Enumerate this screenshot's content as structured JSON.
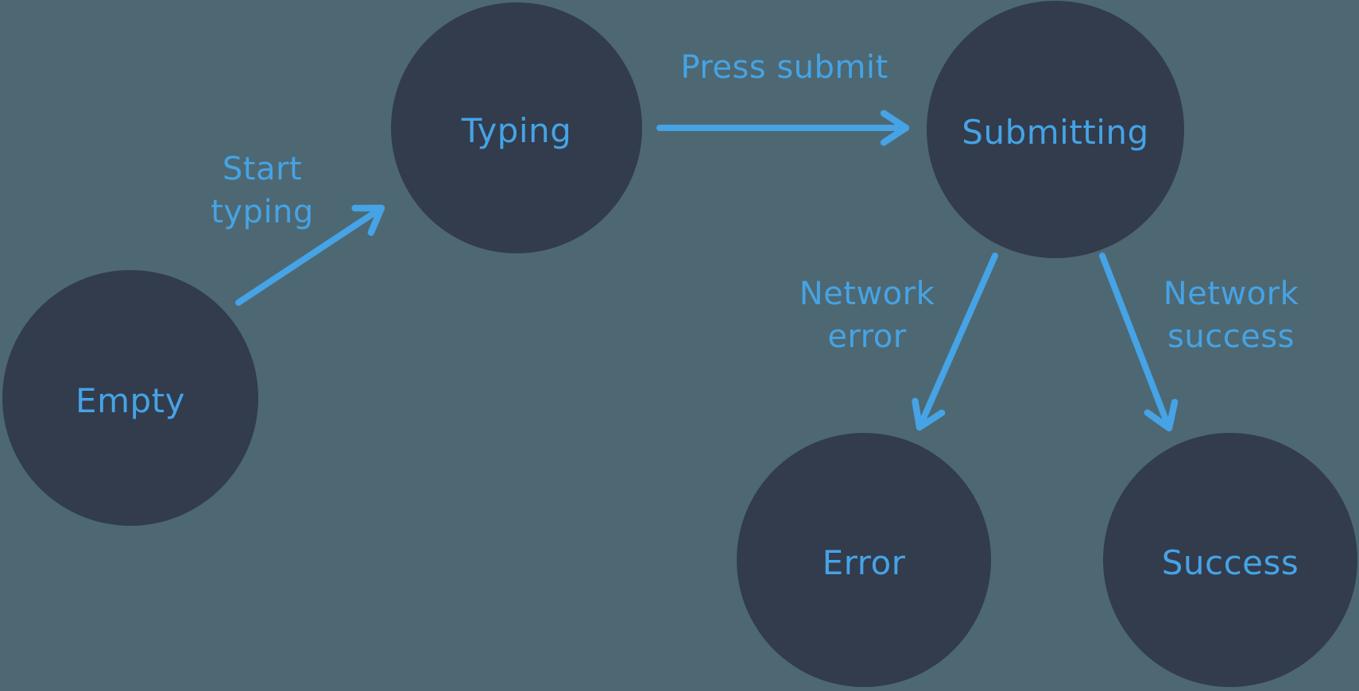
{
  "diagram": {
    "type": "state-machine",
    "colors": {
      "background": "#4D6872",
      "node_fill": "#323C4C",
      "accent_blue": "#45A3E6"
    },
    "states": [
      {
        "id": "empty",
        "label": "Empty"
      },
      {
        "id": "typing",
        "label": "Typing"
      },
      {
        "id": "submitting",
        "label": "Submitting"
      },
      {
        "id": "error",
        "label": "Error"
      },
      {
        "id": "success",
        "label": "Success"
      }
    ],
    "transitions": [
      {
        "id": "start-typing",
        "from": "empty",
        "to": "typing",
        "label": "Start typing",
        "label_lines": [
          "Start",
          "typing"
        ]
      },
      {
        "id": "press-submit",
        "from": "typing",
        "to": "submitting",
        "label": "Press submit",
        "label_lines": [
          "Press submit"
        ]
      },
      {
        "id": "network-error",
        "from": "submitting",
        "to": "error",
        "label": "Network error",
        "label_lines": [
          "Network",
          "error"
        ]
      },
      {
        "id": "network-success",
        "from": "submitting",
        "to": "success",
        "label": "Network success",
        "label_lines": [
          "Network",
          "success"
        ]
      }
    ]
  }
}
